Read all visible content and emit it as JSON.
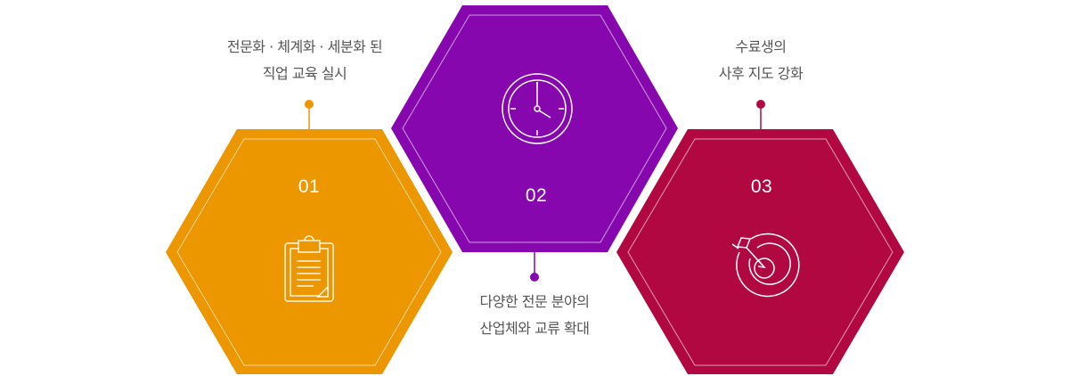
{
  "colors": {
    "step1": "#ED9700",
    "step2": "#8707AF",
    "step3": "#B10842",
    "text": "#555555"
  },
  "steps": [
    {
      "number": "01",
      "icon": "clipboard-icon",
      "caption_line1": "전문화 · 체계화 · 세분화 된",
      "caption_line2": "직업 교육 실시"
    },
    {
      "number": "02",
      "icon": "clock-icon",
      "caption_line1": "다양한 전문 분야의",
      "caption_line2": "산업체와 교류 확대"
    },
    {
      "number": "03",
      "icon": "target-icon",
      "caption_line1": "수료생의",
      "caption_line2": "사후 지도 강화"
    }
  ]
}
